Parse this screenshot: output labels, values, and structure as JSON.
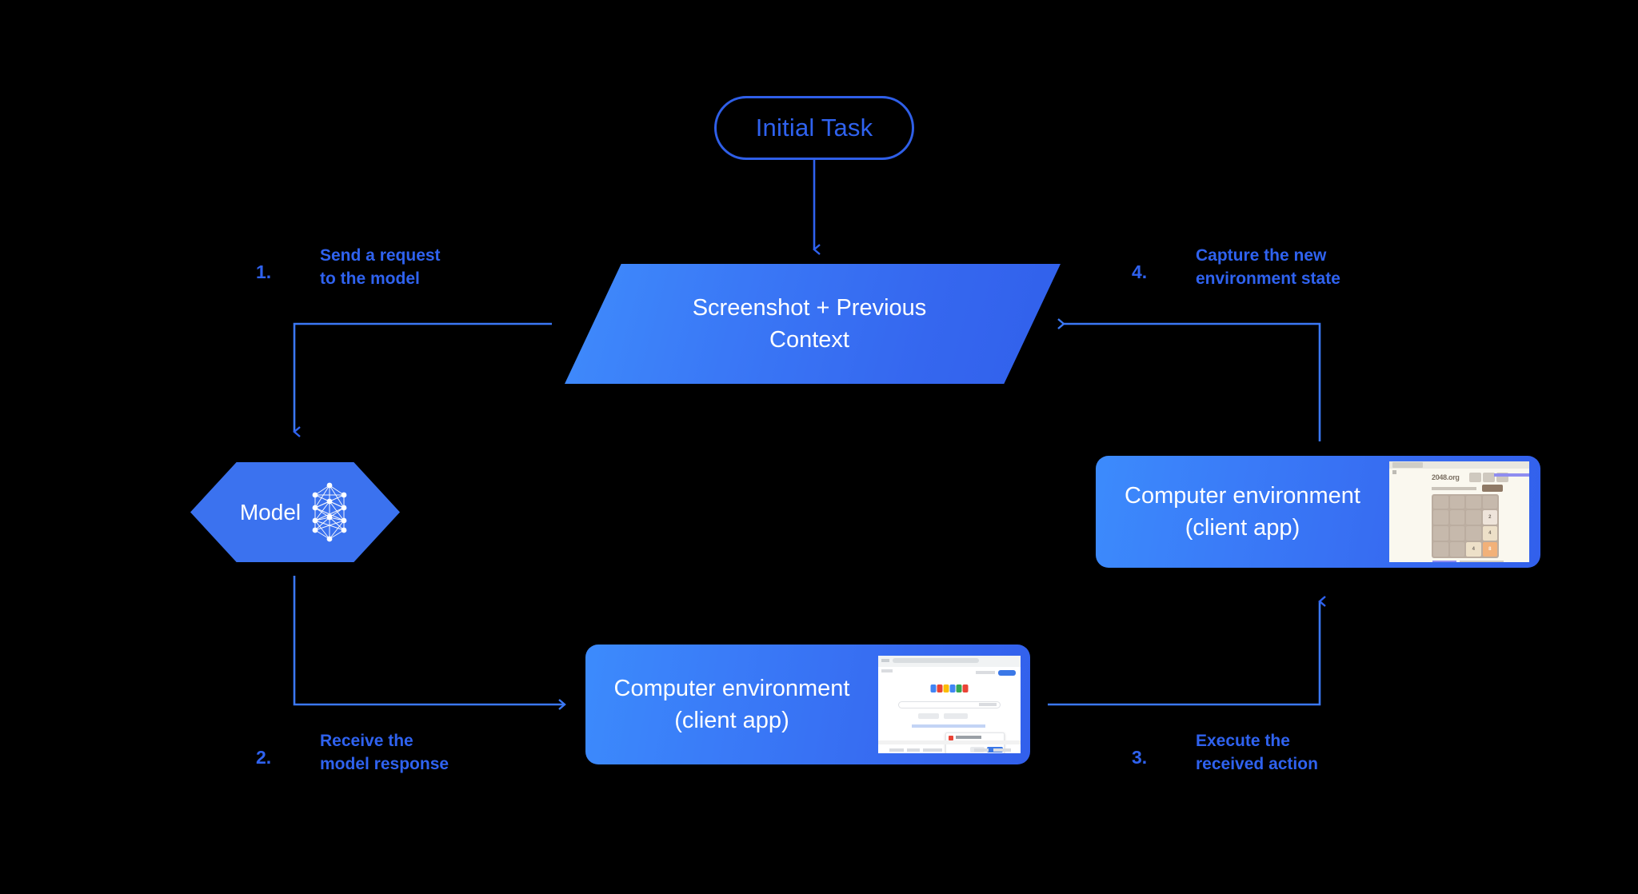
{
  "diagram": {
    "title": "Computer-use agent loop",
    "background_color": "#000000",
    "accent_color": "#2f62ef",
    "shape_gradient_from": "#3f8cfc",
    "shape_gradient_to": "#3160eb"
  },
  "start_node": {
    "label": "Initial Task",
    "shape": "pill",
    "text_color": "#2f62ef",
    "border_color": "#2f5fe8"
  },
  "context_node": {
    "line1": "Screenshot + Previous",
    "line2": "Context",
    "shape": "parallelogram",
    "text_color": "#ffffff"
  },
  "model_node": {
    "label": "Model",
    "shape": "hexagon",
    "icon": "neural-network-icon",
    "text_color": "#ffffff"
  },
  "env_right": {
    "line1": "Computer environment",
    "line2": "(client app)",
    "thumbnail": "2048-game-screenshot"
  },
  "env_bottom": {
    "line1": "Computer environment",
    "line2": "(client app)",
    "thumbnail": "google-search-screenshot"
  },
  "thumb_2048": {
    "site_label": "2048.org",
    "tiles": [
      [
        "",
        "",
        "",
        ""
      ],
      [
        "",
        "",
        "",
        "2"
      ],
      [
        "",
        "",
        "",
        "4"
      ],
      [
        "",
        "",
        "4",
        "8"
      ]
    ],
    "tile_colors": {
      "empty": "#c6b9ac",
      "2": "#eee4da",
      "4": "#ede0c8",
      "8": "#f2b179",
      "board": "#bbada0",
      "page": "#faf8ef"
    }
  },
  "steps": [
    {
      "number": "1.",
      "text": "Send a request\nto the model"
    },
    {
      "number": "2.",
      "text": "Receive the\nmodel response"
    },
    {
      "number": "3.",
      "text": "Execute the\nreceived action"
    },
    {
      "number": "4.",
      "text": "Capture the new\nenvironment state"
    }
  ]
}
